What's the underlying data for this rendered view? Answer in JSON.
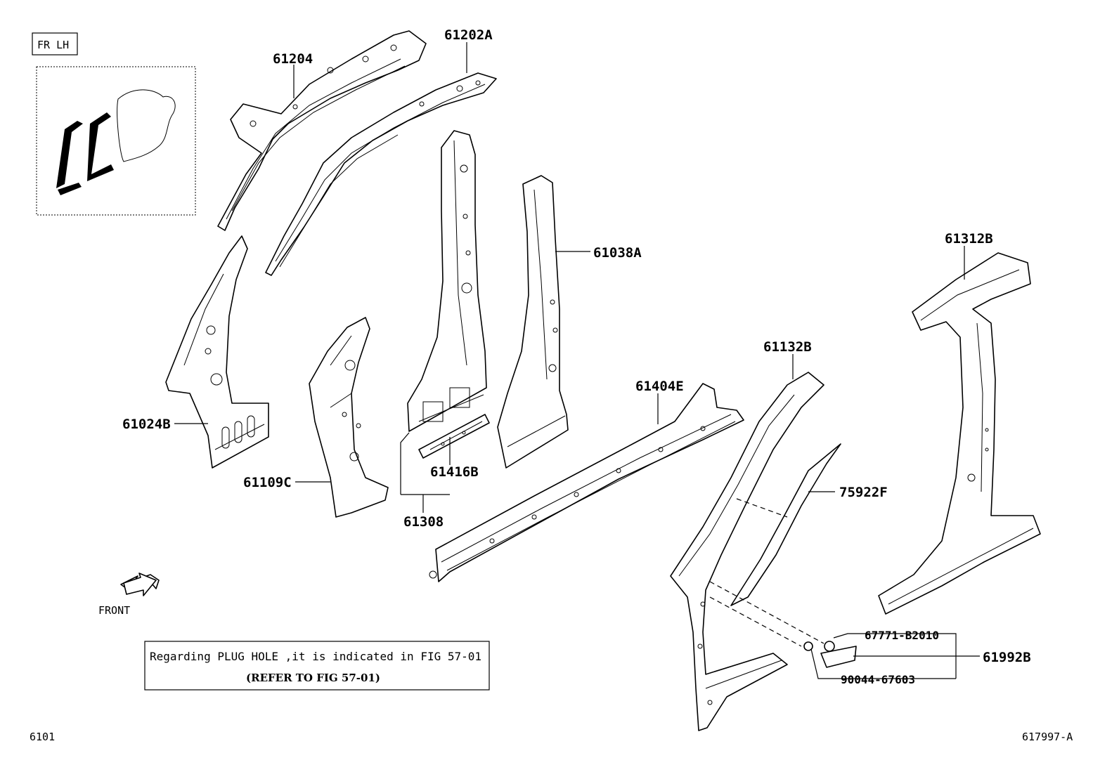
{
  "corner_tag": "FR LH",
  "front_label": "FRONT",
  "note": {
    "line1": "Regarding PLUG HOLE ,it is indicated in FIG 57-01",
    "line2": "(REFER TO FIG 57-01)"
  },
  "footer": {
    "left": "6101",
    "right": "617997-A"
  },
  "parts": {
    "p61204": "61204",
    "p61202A": "61202A",
    "p61038A": "61038A",
    "p61312B": "61312B",
    "p61132B": "61132B",
    "p61404E": "61404E",
    "p61024B": "61024B",
    "p61109C": "61109C",
    "p61416B": "61416B",
    "p61308": "61308",
    "p75922F": "75922F",
    "p67771": "67771-B2010",
    "p61992B": "61992B",
    "p90044": "90044-67603"
  }
}
